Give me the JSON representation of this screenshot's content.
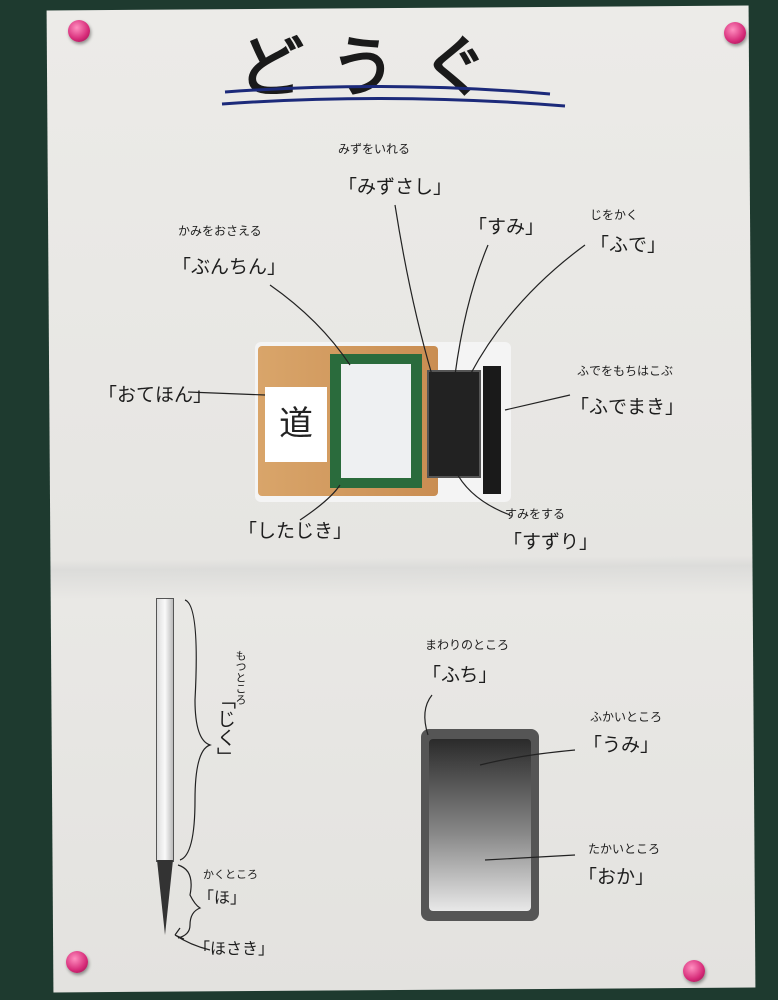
{
  "title": "どうぐ",
  "labels": {
    "mizusashi": {
      "desc": "みずをいれる",
      "name": "「みずさし」"
    },
    "sumi": {
      "name": "「すみ」"
    },
    "fude": {
      "desc": "じをかく",
      "name": "「ふで」"
    },
    "bunchin": {
      "desc": "かみをおさえる",
      "name": "「ぶんちん」"
    },
    "otehon": {
      "name": "「おてほん」"
    },
    "fudemaki": {
      "desc": "ふでをもちはこぶ",
      "name": "「ふでまき」"
    },
    "shitajiki": {
      "name": "「したじき」"
    },
    "suzuri": {
      "desc": "すみをする",
      "name": "「すずり」"
    },
    "jiku": {
      "desc": "もつところ",
      "name": "「じく」"
    },
    "ho": {
      "desc": "かくところ",
      "name": "「ほ」"
    },
    "hosaki": {
      "name": "「ほさき」"
    },
    "fuchi": {
      "desc": "まわりのところ",
      "name": "「ふち」"
    },
    "umi": {
      "desc": "ふかいところ",
      "name": "「うみ」"
    },
    "oka": {
      "desc": "たかいところ",
      "name": "「おか」"
    }
  },
  "otehon_char": "道"
}
